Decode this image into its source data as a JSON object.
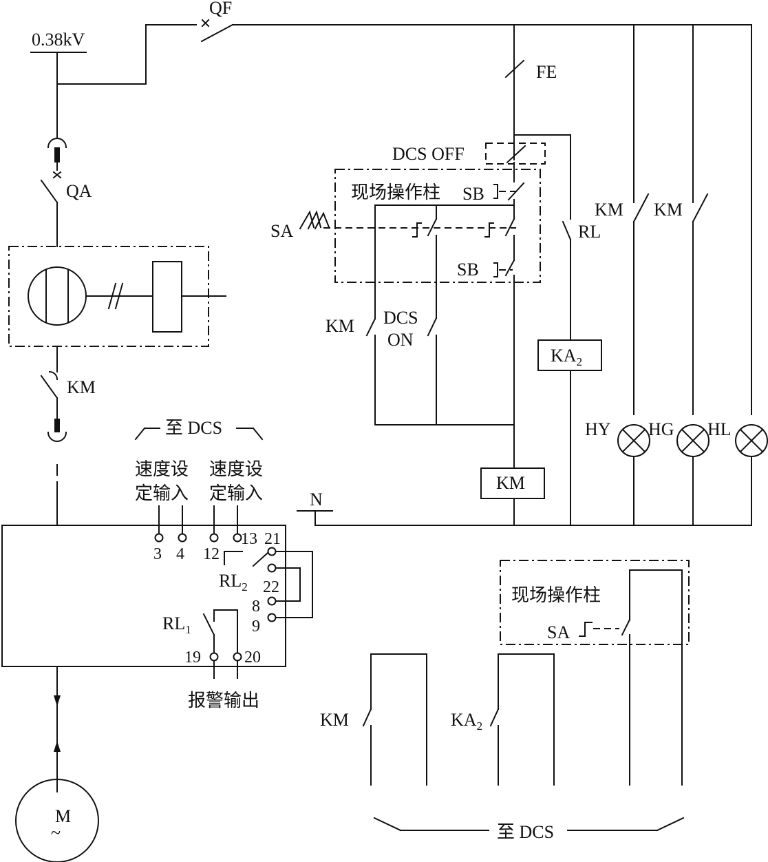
{
  "voltage": "0.38kV",
  "labels": {
    "QF": "QF",
    "FE": "FE",
    "QA": "QA",
    "KM": "KM",
    "RL": "RL",
    "SA": "SA",
    "SB": "SB",
    "DCS_OFF": "DCS  OFF",
    "DCS": "DCS",
    "ON": "ON",
    "KA": "KA",
    "sub2": "2",
    "sub1": "1",
    "N": "N",
    "HY": "HY",
    "HG": "HG",
    "HL": "HL",
    "M": "M",
    "tilde": "~",
    "to_dcs": "至 DCS",
    "field_column": "现场操作柱",
    "speed_line1": "速度设",
    "speed_line2": "定输入",
    "alarm_output": "报警输出",
    "t3": "3",
    "t4": "4",
    "t12": "12",
    "t13": "13",
    "t21": "21",
    "t22": "22",
    "t8": "8",
    "t9": "9",
    "t19": "19",
    "t20": "20"
  }
}
